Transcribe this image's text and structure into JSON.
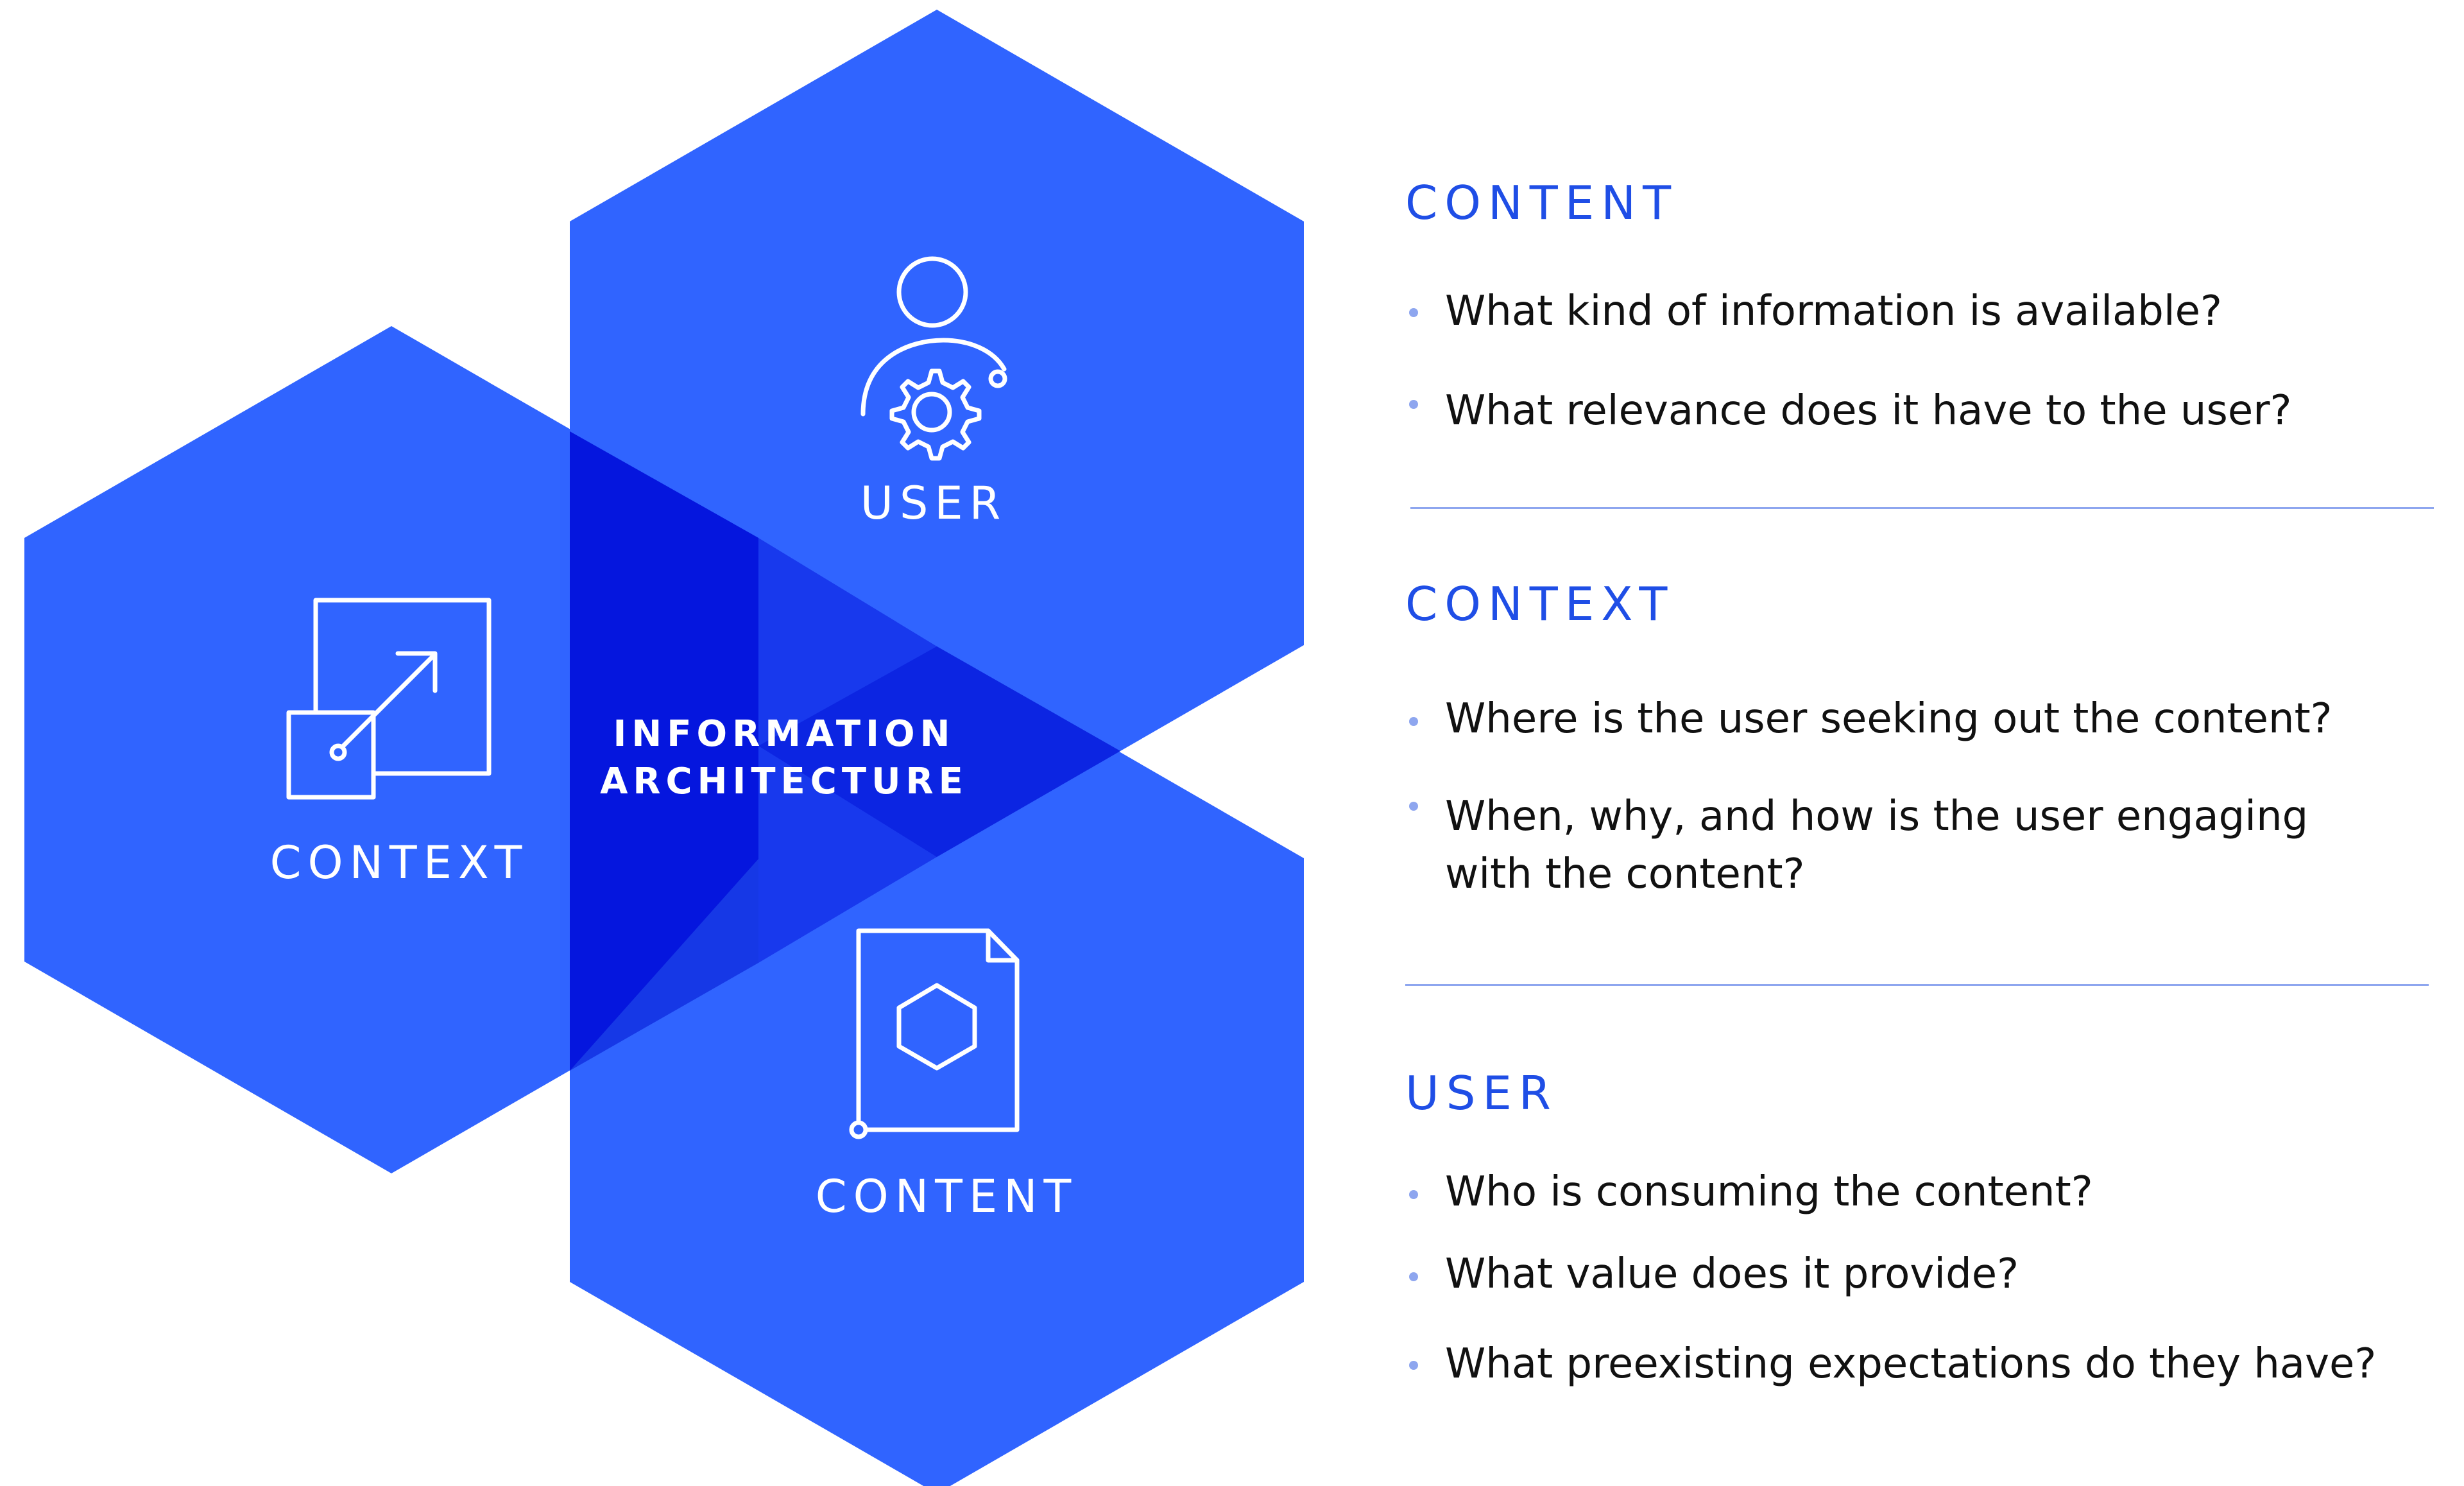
{
  "diagram": {
    "center_label_line1": "INFORMATION",
    "center_label_line2": "ARCHITECTURE",
    "hexagons": [
      {
        "label": "USER",
        "icon": "user-gear-icon"
      },
      {
        "label": "CONTEXT",
        "icon": "expand-arrow-icon"
      },
      {
        "label": "CONTENT",
        "icon": "document-hexagon-icon"
      }
    ],
    "colors": {
      "hex_fill": "#3064ff",
      "overlap_fill": "#1638e6",
      "center_fill": "#0516de",
      "heading": "#1f4ee6",
      "bullet_dot": "#8ea6ef",
      "divider": "#8ea6ef"
    }
  },
  "panel": {
    "sections": [
      {
        "heading": "CONTENT",
        "bullets": [
          "What kind of information is available?",
          "What relevance does it have to the user?"
        ]
      },
      {
        "heading": "CONTEXT",
        "bullets": [
          "Where is the user seeking out the content?",
          "When, why, and how is the user engaging with the content?"
        ]
      },
      {
        "heading": "USER",
        "bullets": [
          "Who is consuming the content?",
          "What value does it provide?",
          "What preexisting expectations do they have?"
        ]
      }
    ]
  }
}
